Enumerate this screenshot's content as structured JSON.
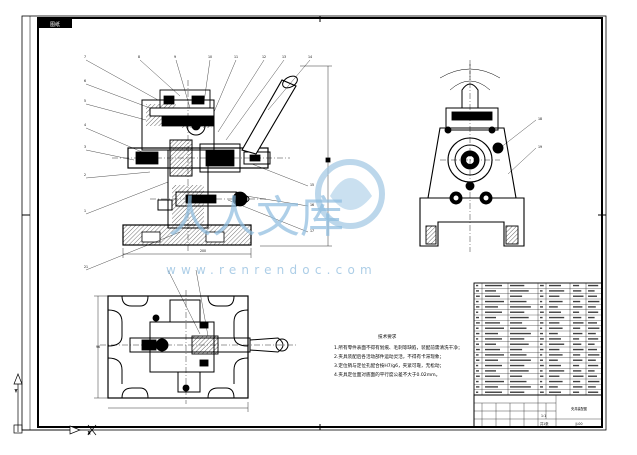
{
  "title_tag": "图纸",
  "watermark": {
    "brand": "人人文库",
    "url": "www.renrendoc.com"
  },
  "tech_requirements": {
    "heading": "技术要求",
    "lines": [
      "1.所有零件表面不得有划痕、毛刺等缺陷，装配前需清洗干净；",
      "2.夹具装配后各活动部件运动灵活，不得有卡滞现象；",
      "3.定位销与定位孔配合按H7/g6，夹紧可靠，无松动；",
      "4.夹具定位面对底面的平行度公差不大于0.02mm。"
    ]
  },
  "title_block": {
    "name": "夹具装配图",
    "drawing_no": "JJ-00",
    "scale": "1:1",
    "sheet": "共1张"
  },
  "parts_list_rows": 21,
  "colors": {
    "line": "#000000",
    "watermark": "#8cbcdf"
  }
}
